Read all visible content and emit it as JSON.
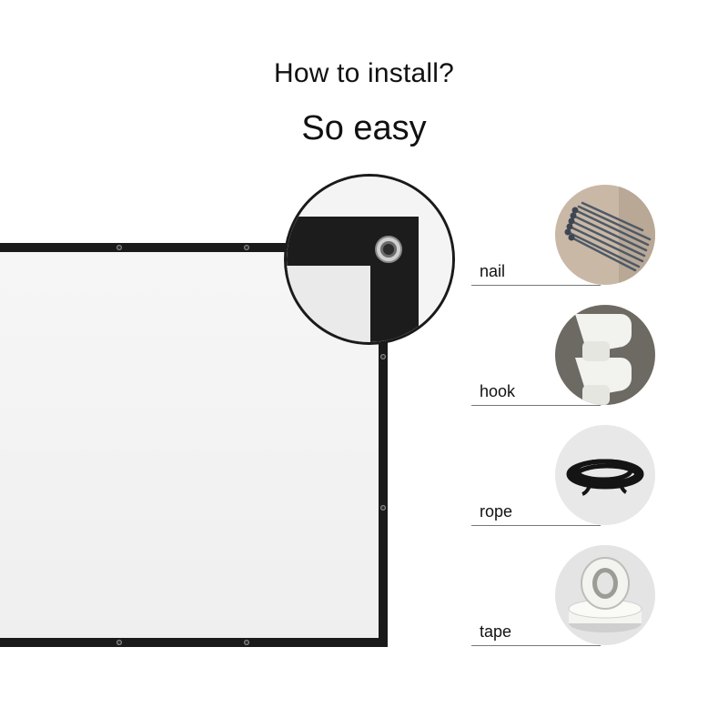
{
  "heading": {
    "question": "How to install?",
    "answer": "So easy"
  },
  "accessories": [
    {
      "label": "nail",
      "icon": "nail-icon"
    },
    {
      "label": "hook",
      "icon": "hook-icon"
    },
    {
      "label": "rope",
      "icon": "rope-icon"
    },
    {
      "label": "tape",
      "icon": "tape-icon"
    }
  ],
  "colors": {
    "frame": "#1a1a1a",
    "surface": "#f3f3f3",
    "nail_bg": "#c9b8a6",
    "hook_bg": "#6d6a63"
  }
}
